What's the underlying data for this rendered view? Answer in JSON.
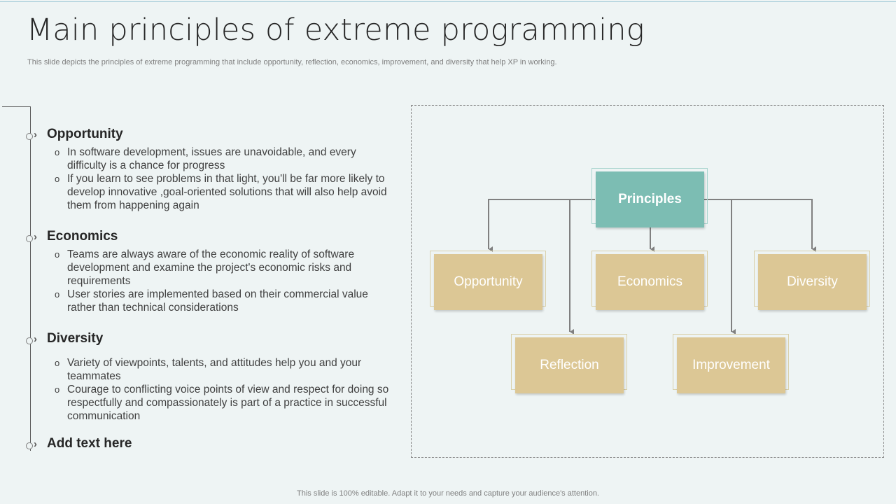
{
  "slide": {
    "title": "Main principles of extreme programming",
    "subtitle": "This slide depicts the principles of extreme programming that include opportunity, reflection, economics, improvement, and diversity that help XP  in working.",
    "footer": "This slide is 100% editable. Adapt it to your needs and capture your audience's attention."
  },
  "sections": [
    {
      "title": "Opportunity",
      "bullets": [
        "In software development,  issues are unavoidable,  and every difficulty  is a chance for progress",
        "If you  learn to see problems in that light,  you'll  be far more likely to develop    innovative  ,goal-oriented solutions that will also help avoid them from happening again"
      ]
    },
    {
      "title": "Economics",
      "bullets": [
        "Teams are always aware of the economic reality of software development and examine the project's economic risks and requirements",
        "User stories are implemented based on their commercial value rather than technical considerations"
      ]
    },
    {
      "title": "Diversity",
      "bullets": [
        "Variety of viewpoints,  talents,  and attitudes help you and your teammates",
        "Courage to conflicting voice points of view and respect for doing so respectfully  and compassionately is part of a practice in successful communication"
      ]
    },
    {
      "title": "Add text here",
      "bullets": []
    }
  ],
  "diagram": {
    "root": "Principles",
    "children": [
      "Opportunity",
      "Economics",
      "Diversity",
      "Reflection",
      "Improvement"
    ],
    "colors": {
      "root": "#7cbdb3",
      "child": "#dcc795",
      "connector": "#808080"
    }
  }
}
